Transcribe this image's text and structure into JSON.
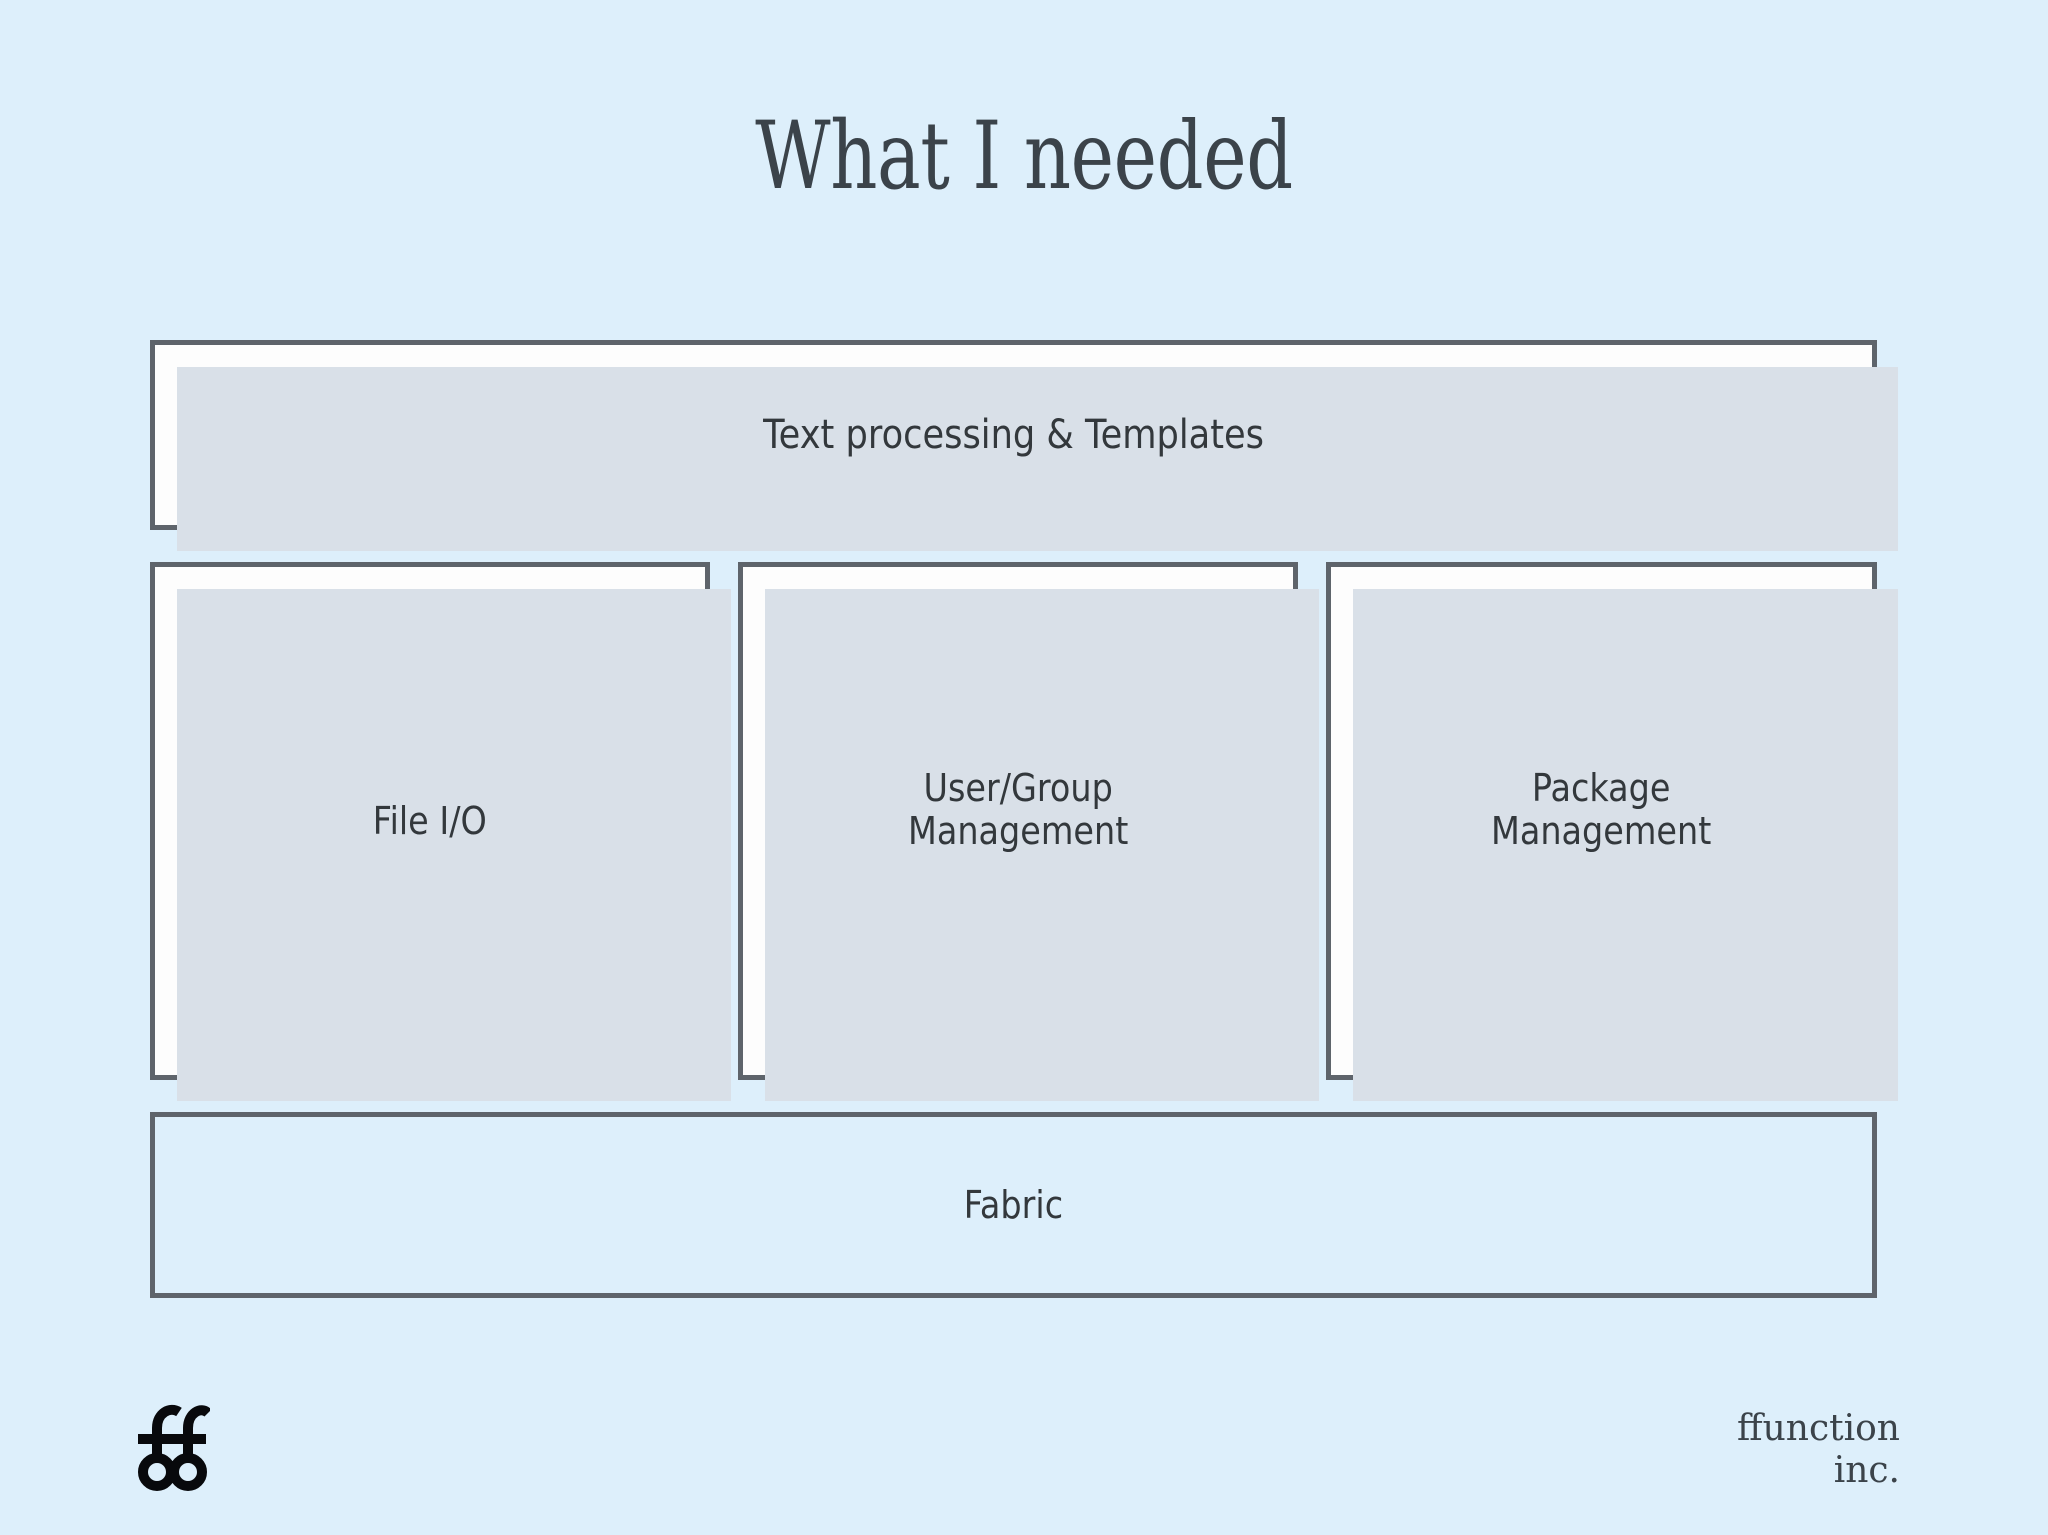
{
  "slide": {
    "title": "What I needed",
    "background_color": "#ddeffb",
    "ink_color": "#3b434a",
    "border_color": "#5e646b",
    "shadow_color": "#d9e0e8",
    "node_fill_color": "#fdfdfd"
  },
  "diagram": {
    "type": "layered-stack",
    "rows": [
      {
        "row_name": "top-layer",
        "nodes": [
          {
            "id": "text-processing",
            "label": "Text processing & Templates",
            "filled": true,
            "shadow": true
          }
        ]
      },
      {
        "row_name": "middle-layer",
        "nodes": [
          {
            "id": "file-io",
            "label": "File I/O",
            "filled": true,
            "shadow": true
          },
          {
            "id": "user-group",
            "label": "User/Group\nManagement",
            "filled": true,
            "shadow": true
          },
          {
            "id": "package-mgmt",
            "label": "Package\nManagement",
            "filled": true,
            "shadow": true
          }
        ]
      },
      {
        "row_name": "base-layer",
        "nodes": [
          {
            "id": "fabric",
            "label": "Fabric",
            "filled": false,
            "shadow": false
          }
        ]
      }
    ]
  },
  "footer": {
    "logo_icon": "ffunction-ff-logo-icon",
    "company_line1": "ffunction",
    "company_line2": "inc."
  }
}
